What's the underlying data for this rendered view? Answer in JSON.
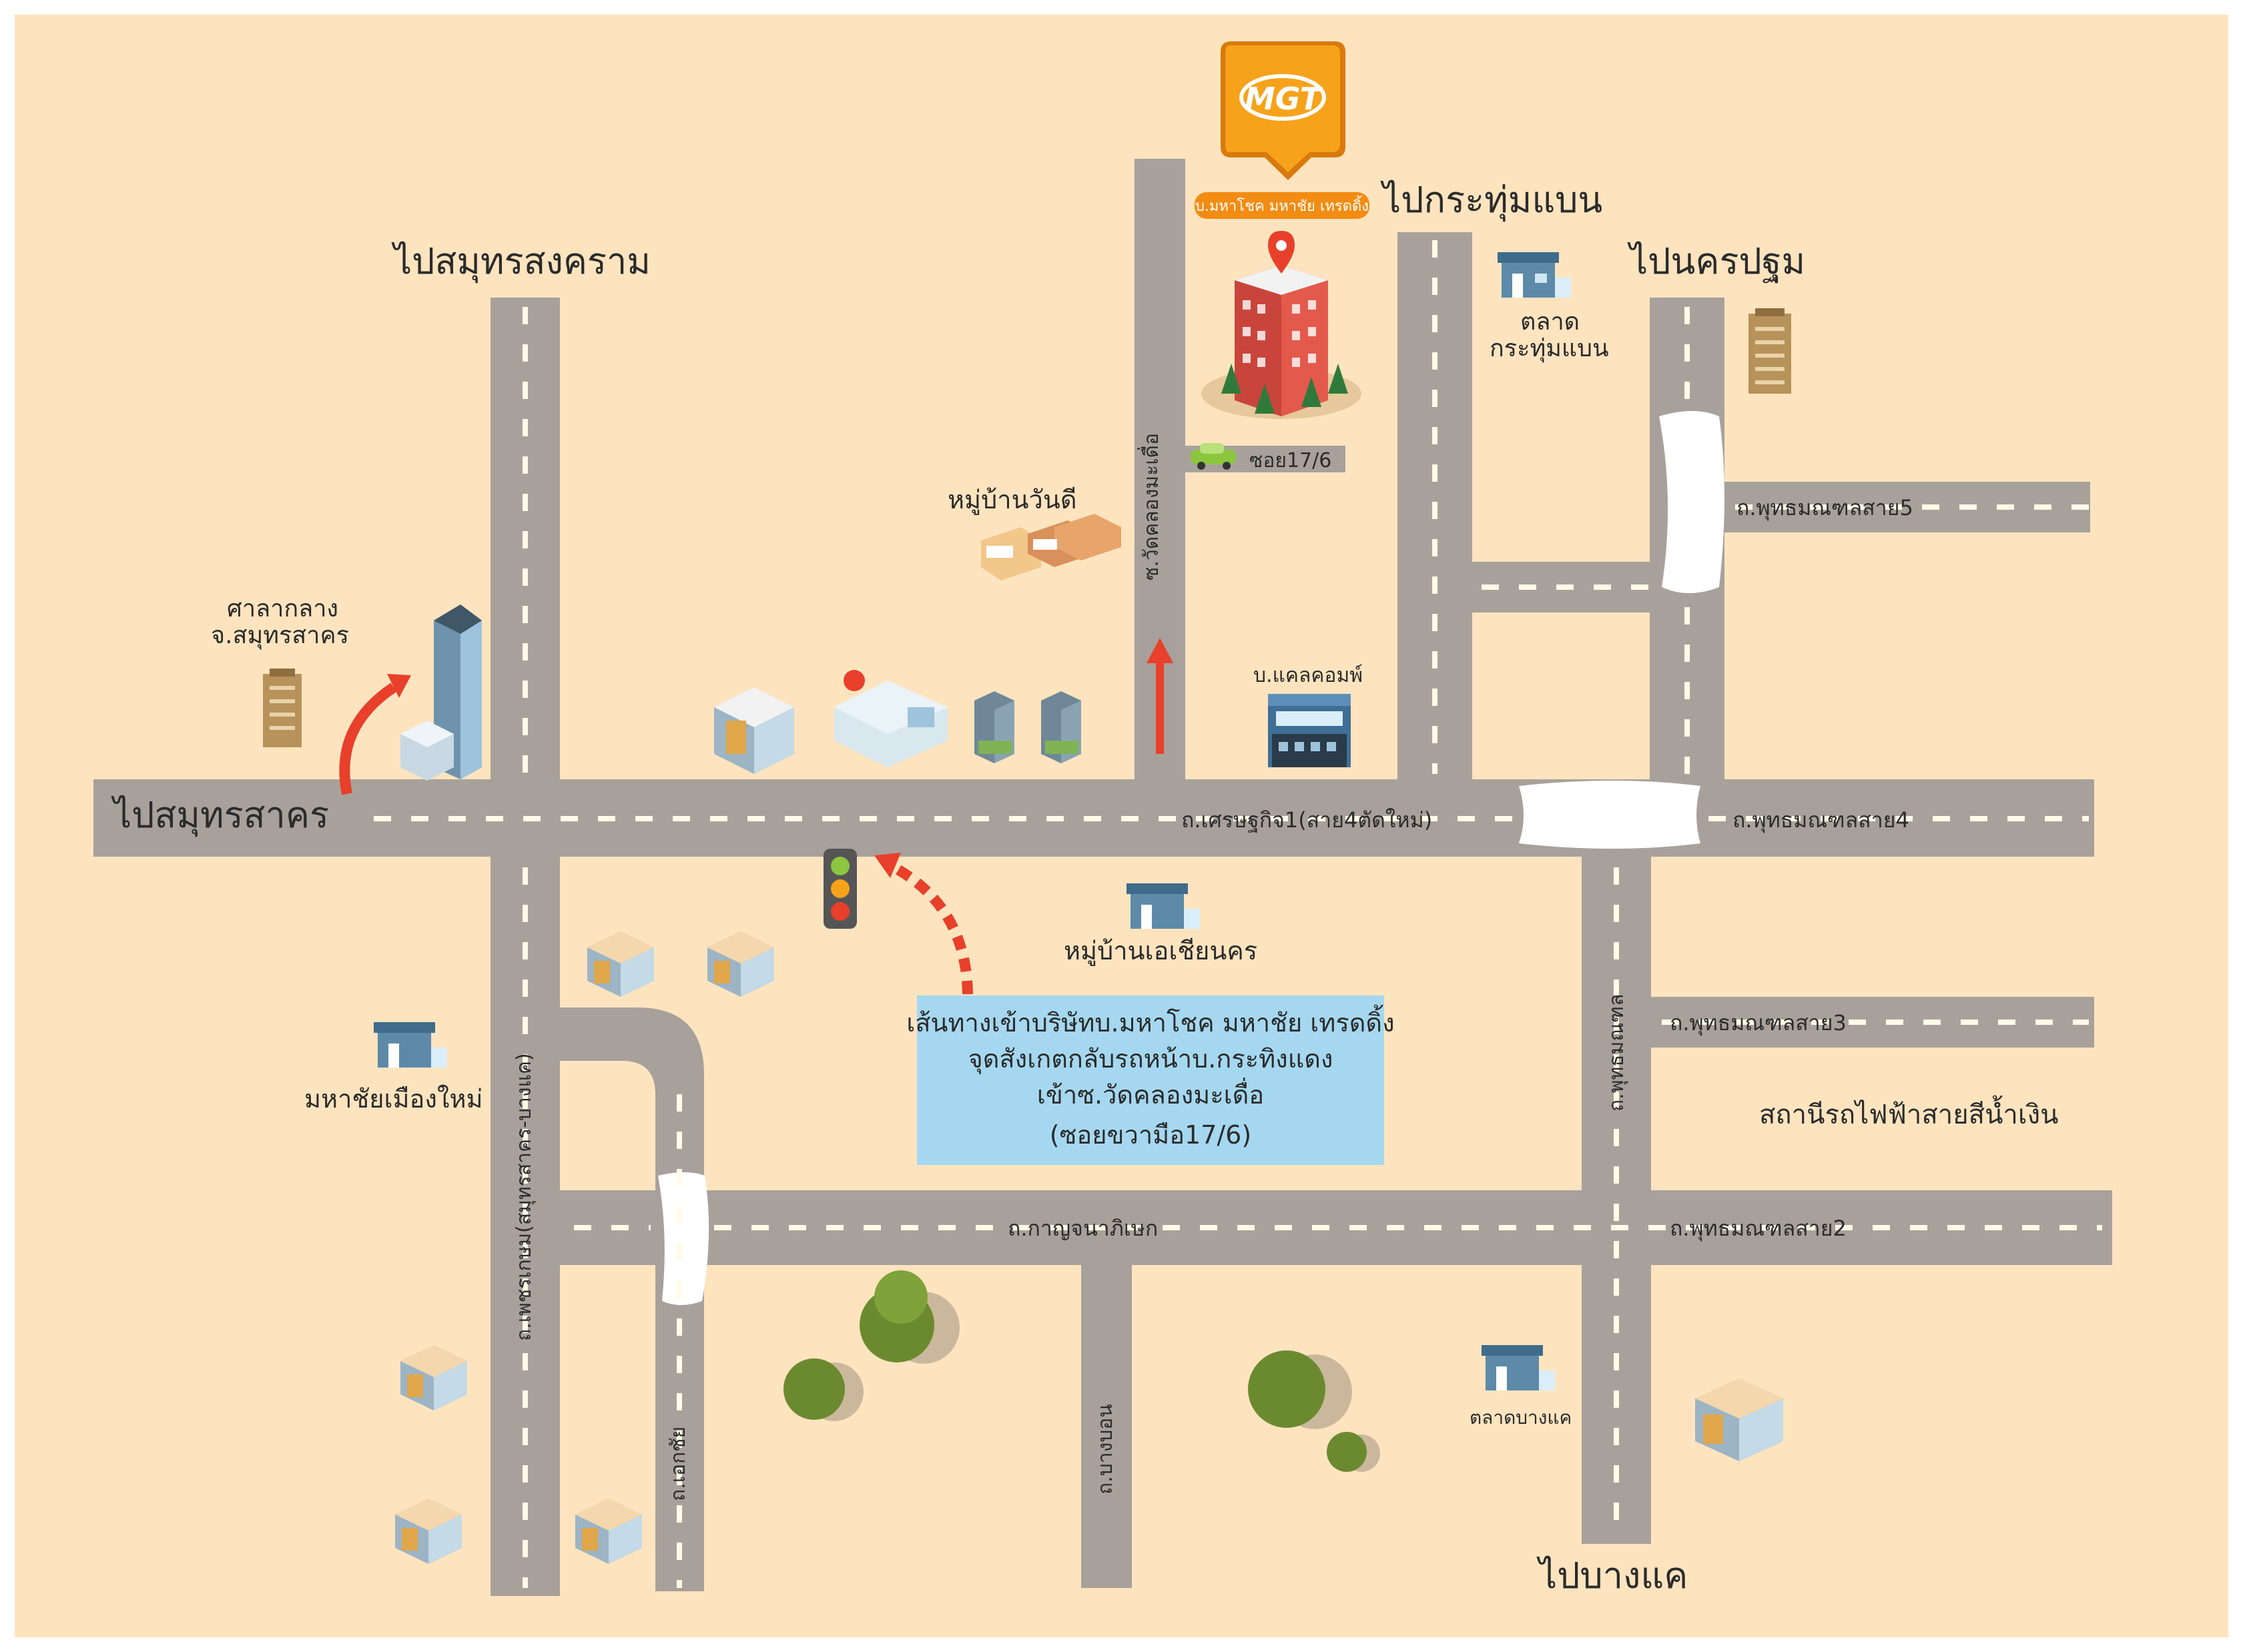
{
  "logo": {
    "text": "MGT",
    "company_label": "บ.มหาโชค มหาชัย เทรดดิ้ง",
    "color_orange": "#f7a21b"
  },
  "destinations": {
    "to_samut_songkhram": "ไปสมุทรสงคราม",
    "to_krathum_baen": "ไปกระทุ่มแบน",
    "to_nakhon_pathom": "ไปนครปฐม",
    "to_samut_sakhon": "ไปสมุทรสาคร",
    "to_bang_khae": "ไปบางแค"
  },
  "roads": {
    "setthakit1": "ถ.เศรษฐกิจ1(สาย4ตัดใหม่)",
    "phutthamonthon5": "ถ.พุทธมณฑลสาย5",
    "phutthamonthon4": "ถ.พุทธมณฑลสาย4",
    "phutthamonthon3": "ถ.พุทธมณฑลสาย3",
    "phutthamonthon2": "ถ.พุทธมณฑลสาย2",
    "kanchanaphisek": "ถ.กาญจนาภิเษก",
    "phetkasem": "ถ.เพชรเกษม(สมุทรสาคร-บางแค)",
    "wat_khlong": "ซ.วัดคลองมะเดื่อ",
    "soi_17_6": "ซอย17/6",
    "left_lower": "ถ.เอกชัย",
    "mid_lower": "ถ.บางบอน",
    "right_vertical": "ถ.พุทธมณฑล"
  },
  "places": {
    "city_hall": "ศาลากลาง\nจ.สมุทรสาคร",
    "wandee": "หมู่บ้านวันดี",
    "calcomp": "บ.แคลคอมพ์",
    "krathum_baen_market": "ตลาด\nกระทุ่มแบน",
    "asia_nakhon": "หมู่บ้านเอเชียนคร",
    "mahachai_new": "มหาชัยเมืองใหม่",
    "bts_blue": "สถานีรถไฟฟ้าสายสีน้ำเงิน",
    "bang_khae_market": "ตลาดบางแค"
  },
  "info_box": {
    "line1": "เส้นทางเข้าบริษัทบ.มหาโชค มหาชัย เทรดดิ้ง",
    "line2": "จุดสังเกตกลับรถหน้าบ.กระทิงแดง",
    "line3": "เข้าซ.วัดคลองมะเดื่อ",
    "line4": "(ซอยขวามือ17/6)",
    "bg_color": "#a5d8f0"
  },
  "colors": {
    "background": "#fde4bf",
    "road": "#a8a19b",
    "arrow_red": "#e8402a"
  }
}
